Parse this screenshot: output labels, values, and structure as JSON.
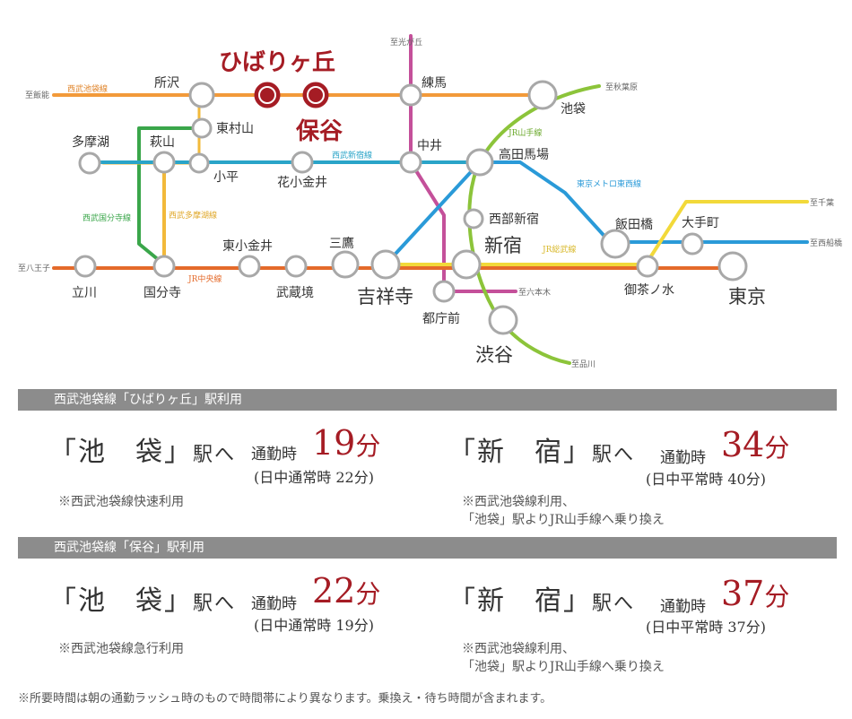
{
  "highlight_color": "#a51c24",
  "map": {
    "highlight_stations": [
      "ひばりヶ丘",
      "保谷"
    ],
    "stations": [
      "所沢",
      "東村山",
      "小平",
      "多摩湖",
      "萩山",
      "花小金井",
      "練馬",
      "中井",
      "池袋",
      "高田馬場",
      "西部新宿",
      "新宿",
      "飯田橋",
      "大手町",
      "御茶ノ水",
      "東京",
      "立川",
      "国分寺",
      "東小金井",
      "武蔵境",
      "三鷹",
      "吉祥寺",
      "都庁前",
      "渋谷"
    ],
    "line_labels": [
      "西武池袋線",
      "西武新宿線",
      "JR山手線",
      "東京メトロ東西線",
      "西武国分寺線",
      "西武多摩湖線",
      "JR中央線",
      "JR総武線"
    ],
    "directions": [
      "至飯能",
      "至光が丘",
      "至秋葉原",
      "至千葉",
      "至西船橋",
      "至八王子",
      "至六本木",
      "至品川"
    ]
  },
  "sections": [
    {
      "header": "西武池袋線「ひばりヶ丘」駅利用",
      "items": [
        {
          "dest": "「池　袋」",
          "suffix": "駅へ",
          "commute": "通勤時",
          "minutes": "19",
          "unit": "分",
          "offpeak": "(日中通常時 22分)",
          "notes": [
            "※西武池袋線快速利用"
          ]
        },
        {
          "dest": "「新　宿」",
          "suffix": "駅へ",
          "commute": "通勤時",
          "minutes": "34",
          "unit": "分",
          "offpeak": "(日中平常時 40分)",
          "notes": [
            "※西武池袋線利用、",
            "「池袋」駅よりJR山手線へ乗り換え"
          ]
        }
      ]
    },
    {
      "header": "西武池袋線「保谷」駅利用",
      "items": [
        {
          "dest": "「池　袋」",
          "suffix": "駅へ",
          "commute": "通勤時",
          "minutes": "22",
          "unit": "分",
          "offpeak": "(日中通常時 19分)",
          "notes": [
            "※西武池袋線急行利用"
          ]
        },
        {
          "dest": "「新　宿」",
          "suffix": "駅へ",
          "commute": "通勤時",
          "minutes": "37",
          "unit": "分",
          "offpeak": "(日中平常時 37分)",
          "notes": [
            "※西武池袋線利用、",
            "「池袋」駅よりJR山手線へ乗り換え"
          ]
        }
      ]
    }
  ],
  "footnote": "※所要時間は朝の通勤ラッシュ時のもので時間帯により異なります。乗換え・待ち時間が含まれます。"
}
